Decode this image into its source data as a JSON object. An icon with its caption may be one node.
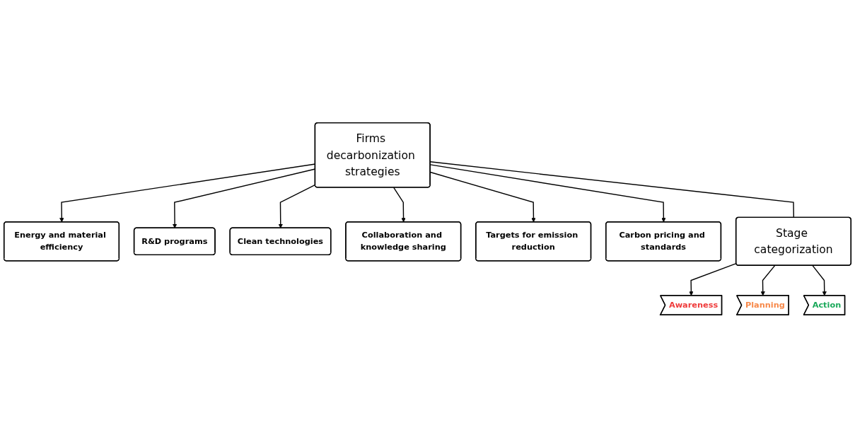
{
  "diagram": {
    "nodes": [
      {
        "text": [
          "Firms decarbonization strategies"
        ]
      },
      {
        "text": [
          "Energy and material efficiency"
        ]
      },
      {
        "text": [
          "R&D programs"
        ]
      },
      {
        "text": [
          "Clean technologies"
        ]
      },
      {
        "text": [
          "Collaboration and knowledge sharing"
        ]
      },
      {
        "text": [
          "Targets for emission reduction"
        ]
      },
      {
        "text": [
          "Carbon pricing and standards"
        ]
      },
      {
        "text": [
          "Stage categorization"
        ]
      },
      {
        "text": [
          "Awareness"
        ]
      },
      {
        "text": [
          "Planning"
        ]
      },
      {
        "text": [
          "Action"
        ]
      }
    ],
    "edges": [
      {
        "from": 0,
        "to": 1,
        "arrow": "to"
      },
      {
        "from": 0,
        "to": 2,
        "arrow": "to"
      },
      {
        "from": 0,
        "to": 3,
        "arrow": "to"
      },
      {
        "from": 0,
        "to": 7,
        "arrow": "none"
      },
      {
        "from": 0,
        "to": 4,
        "arrow": "to"
      },
      {
        "from": 0,
        "to": 5,
        "arrow": "to"
      },
      {
        "from": 0,
        "to": 6,
        "arrow": "to"
      },
      {
        "from": 7,
        "to": 8,
        "arrow": "to"
      },
      {
        "from": 7,
        "to": 9,
        "arrow": "to"
      },
      {
        "from": 7,
        "to": 10,
        "arrow": "to"
      }
    ]
  }
}
